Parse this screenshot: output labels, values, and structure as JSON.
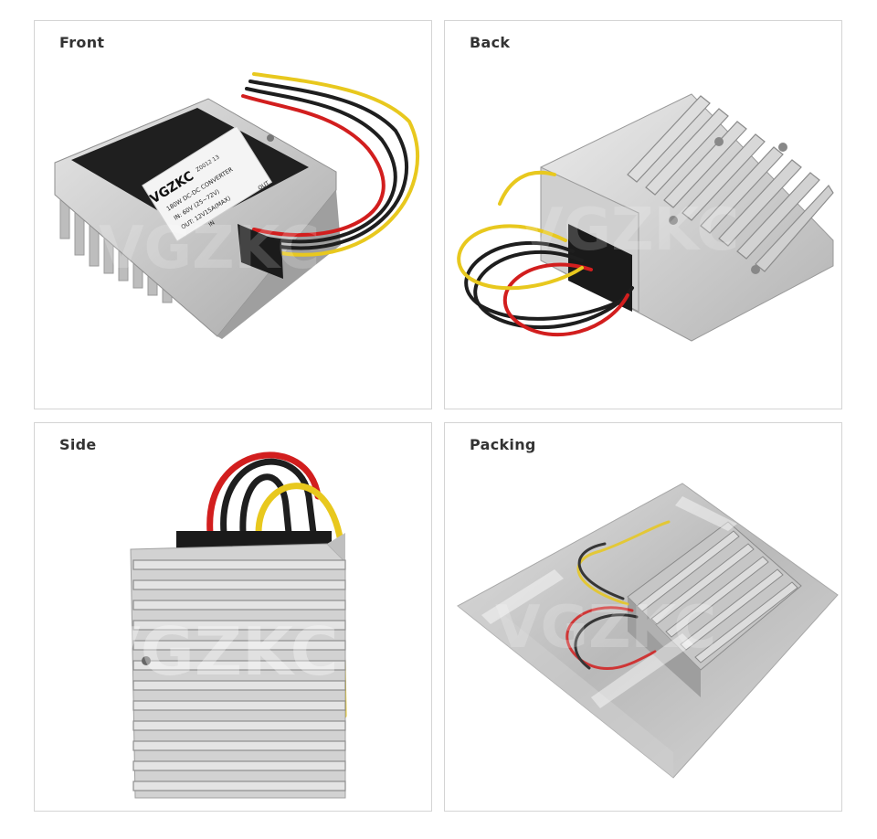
{
  "panels": [
    {
      "id": "front",
      "label": "Front"
    },
    {
      "id": "back",
      "label": "Back"
    },
    {
      "id": "side",
      "label": "Side"
    },
    {
      "id": "packing",
      "label": "Packing"
    }
  ],
  "product_label": {
    "brand": "VGZKC",
    "code": "Z0012 13",
    "line1": "180W DC-DC CONVERTER",
    "line2": "IN: 60V (25~72V)",
    "line3": "OUT: 12V15A(MAX)",
    "in_marker": "IN",
    "out_marker": "OUT"
  },
  "watermark": "VGZKC",
  "colors": {
    "wire_red": "#d21e1e",
    "wire_yellow": "#e8c81e",
    "wire_black": "#1e1e1e",
    "aluminum": "#c9c9c9"
  }
}
